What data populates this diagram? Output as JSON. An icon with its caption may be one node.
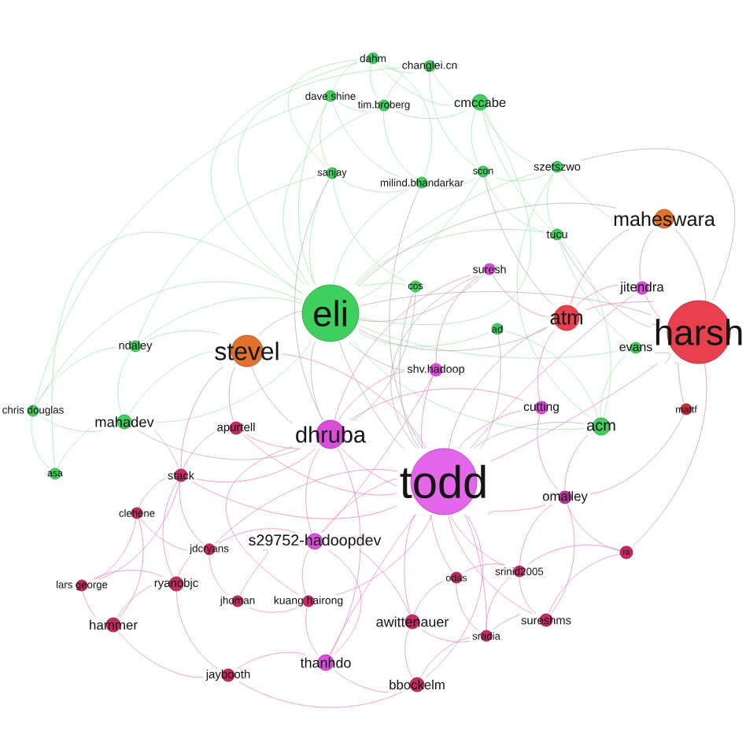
{
  "diagram": {
    "nodes": [
      {
        "text": [
          "dahm"
        ]
      },
      {
        "text": [
          "changlei.cn"
        ]
      },
      {
        "text": [
          "dave shine"
        ]
      },
      {
        "text": [
          "tim.broberg"
        ]
      },
      {
        "text": [
          "cmccabe"
        ]
      },
      {
        "text": [
          "sanjay"
        ]
      },
      {
        "text": [
          "milind.bhandarkar"
        ]
      },
      {
        "text": [
          "scon"
        ]
      },
      {
        "text": [
          "szetszwo"
        ]
      },
      {
        "text": [
          "maheswara"
        ]
      },
      {
        "text": [
          "tucu"
        ]
      },
      {
        "text": [
          "suresh"
        ]
      },
      {
        "text": [
          "jitendra"
        ]
      },
      {
        "text": [
          "cos"
        ]
      },
      {
        "text": [
          "eli"
        ]
      },
      {
        "text": [
          "atm"
        ]
      },
      {
        "text": [
          "ad"
        ]
      },
      {
        "text": [
          "harsh"
        ]
      },
      {
        "text": [
          "evans"
        ]
      },
      {
        "text": [
          "stevel"
        ]
      },
      {
        "text": [
          "ndaley"
        ]
      },
      {
        "text": [
          "shv.hadoop"
        ]
      },
      {
        "text": [
          "cutting"
        ]
      },
      {
        "text": [
          "mattf"
        ]
      },
      {
        "text": [
          "chris douglas"
        ]
      },
      {
        "text": [
          "mahadev"
        ]
      },
      {
        "text": [
          "acm"
        ]
      },
      {
        "text": [
          "apurtell"
        ]
      },
      {
        "text": [
          "dhruba"
        ]
      },
      {
        "text": [
          "asa"
        ]
      },
      {
        "text": [
          "stack"
        ]
      },
      {
        "text": [
          "todd"
        ]
      },
      {
        "text": [
          "omalley"
        ]
      },
      {
        "text": [
          "clehene"
        ]
      },
      {
        "text": [
          "s29752-hadoopdev"
        ]
      },
      {
        "text": [
          "jdcryans"
        ]
      },
      {
        "text": [
          "ra"
        ]
      },
      {
        "text": [
          "srinid2005"
        ]
      },
      {
        "text": [
          "odas"
        ]
      },
      {
        "text": [
          "ryanobjc"
        ]
      },
      {
        "text": [
          "lars george"
        ]
      },
      {
        "text": [
          "jhoman"
        ]
      },
      {
        "text": [
          "kuang hairong"
        ]
      },
      {
        "text": [
          "awittenauer"
        ]
      },
      {
        "text": [
          "hammer"
        ]
      },
      {
        "text": [
          "sureshms"
        ]
      },
      {
        "text": [
          "sradia"
        ]
      },
      {
        "text": [
          "thanhdo"
        ]
      },
      {
        "text": [
          "jaybooth"
        ]
      },
      {
        "text": [
          "bbockelm"
        ]
      }
    ],
    "edges": [
      {
        "from": 0,
        "to": 1,
        "arrow": "none",
        "color": "#a6e9b4"
      },
      {
        "from": 0,
        "to": 2,
        "arrow": "none",
        "color": "#a6e9b4"
      },
      {
        "from": 0,
        "to": 3,
        "arrow": "none",
        "color": "#a6e9b4"
      },
      {
        "from": 0,
        "to": 4,
        "arrow": "none",
        "color": "#a6e9b4"
      },
      {
        "from": 0,
        "to": 5,
        "arrow": "none",
        "color": "#a6e9b4"
      },
      {
        "from": 0,
        "to": 6,
        "arrow": "none",
        "color": "#a6e9b4"
      },
      {
        "from": 0,
        "to": 14,
        "arrow": "none",
        "color": "#a6e9b4"
      },
      {
        "from": 1,
        "to": 4,
        "arrow": "none",
        "color": "#a6e9b4"
      },
      {
        "from": 1,
        "to": 3,
        "arrow": "none",
        "color": "#a6e9b4"
      },
      {
        "from": 1,
        "to": 7,
        "arrow": "none",
        "color": "#a6e9b4"
      },
      {
        "from": 1,
        "to": 14,
        "arrow": "none",
        "color": "#a6e9b4"
      },
      {
        "from": 2,
        "to": 3,
        "arrow": "none",
        "color": "#a6e9b4"
      },
      {
        "from": 2,
        "to": 5,
        "arrow": "none",
        "color": "#a6e9b4"
      },
      {
        "from": 2,
        "to": 14,
        "arrow": "none",
        "color": "#a6e9b4"
      },
      {
        "from": 2,
        "to": 6,
        "arrow": "none",
        "color": "#a6e9b4"
      },
      {
        "from": 3,
        "to": 6,
        "arrow": "none",
        "color": "#a6e9b4"
      },
      {
        "from": 3,
        "to": 4,
        "arrow": "none",
        "color": "#a6e9b4"
      },
      {
        "from": 3,
        "to": 14,
        "arrow": "none",
        "color": "#a6e9b4"
      },
      {
        "from": 4,
        "to": 7,
        "arrow": "none",
        "color": "#a6e9b4"
      },
      {
        "from": 4,
        "to": 8,
        "arrow": "none",
        "color": "#a6e9b4"
      },
      {
        "from": 4,
        "to": 14,
        "arrow": "none",
        "color": "#a6e9b4"
      },
      {
        "from": 4,
        "to": 10,
        "arrow": "none",
        "color": "#a6e9b4"
      },
      {
        "from": 5,
        "to": 6,
        "arrow": "none",
        "color": "#a6e9b4"
      },
      {
        "from": 5,
        "to": 14,
        "arrow": "none",
        "color": "#a6e9b4"
      },
      {
        "from": 5,
        "to": 13,
        "arrow": "none",
        "color": "#a6e9b4"
      },
      {
        "from": 6,
        "to": 7,
        "arrow": "none",
        "color": "#a6e9b4"
      },
      {
        "from": 6,
        "to": 14,
        "arrow": "none",
        "color": "#a6e9b4"
      },
      {
        "from": 7,
        "to": 8,
        "arrow": "none",
        "color": "#a6e9b4"
      },
      {
        "from": 7,
        "to": 14,
        "arrow": "none",
        "color": "#a6e9b4"
      },
      {
        "from": 7,
        "to": 10,
        "arrow": "none",
        "color": "#a6e9b4"
      },
      {
        "from": 8,
        "to": 10,
        "arrow": "none",
        "color": "#a6e9b4"
      },
      {
        "from": 8,
        "to": 14,
        "arrow": "none",
        "color": "#a6e9b4"
      },
      {
        "from": 8,
        "to": 9,
        "arrow": "none",
        "color": "#a6e9b4"
      },
      {
        "from": 10,
        "to": 14,
        "arrow": "none",
        "color": "#a6e9b4"
      },
      {
        "from": 10,
        "to": 18,
        "arrow": "none",
        "color": "#a6e9b4"
      },
      {
        "from": 13,
        "to": 14,
        "arrow": "none",
        "color": "#a6e9b4"
      },
      {
        "from": 14,
        "to": 16,
        "arrow": "none",
        "color": "#a6e9b4"
      },
      {
        "from": 14,
        "to": 18,
        "arrow": "none",
        "color": "#a6e9b4"
      },
      {
        "from": 14,
        "to": 26,
        "arrow": "none",
        "color": "#a6e9b4"
      },
      {
        "from": 14,
        "to": 20,
        "arrow": "none",
        "color": "#a6e9b4"
      },
      {
        "from": 14,
        "to": 24,
        "arrow": "none",
        "color": "#a6e9b4"
      },
      {
        "from": 14,
        "to": 25,
        "arrow": "none",
        "color": "#a6e9b4"
      },
      {
        "from": 14,
        "to": 29,
        "arrow": "none",
        "color": "#a6e9b4"
      },
      {
        "from": 20,
        "to": 25,
        "arrow": "none",
        "color": "#a6e9b4"
      },
      {
        "from": 20,
        "to": 24,
        "arrow": "none",
        "color": "#a6e9b4"
      },
      {
        "from": 24,
        "to": 25,
        "arrow": "none",
        "color": "#a6e9b4"
      },
      {
        "from": 24,
        "to": 29,
        "arrow": "none",
        "color": "#a6e9b4"
      },
      {
        "from": 25,
        "to": 29,
        "arrow": "none",
        "color": "#a6e9b4"
      },
      {
        "from": 19,
        "to": 20,
        "arrow": "none",
        "color": "#a6e9b4"
      },
      {
        "from": 19,
        "to": 25,
        "arrow": "none",
        "color": "#a6e9b4"
      },
      {
        "from": 16,
        "to": 26,
        "arrow": "none",
        "color": "#a6e9b4"
      },
      {
        "from": 18,
        "to": 26,
        "arrow": "none",
        "color": "#a6e9b4"
      },
      {
        "from": 10,
        "to": 26,
        "arrow": "none",
        "color": "#a6e9b4"
      },
      {
        "from": 8,
        "to": 26,
        "arrow": "none",
        "color": "#a6e9b4"
      },
      {
        "from": 2,
        "to": 24,
        "arrow": "none",
        "color": "#a6e9b4"
      },
      {
        "from": 5,
        "to": 20,
        "arrow": "none",
        "color": "#a6e9b4"
      },
      {
        "from": 14,
        "to": 31,
        "arrow": "none",
        "color": "#bdb3b5"
      },
      {
        "from": 14,
        "to": 28,
        "arrow": "none",
        "color": "#bdb3b5"
      },
      {
        "from": 14,
        "to": 19,
        "arrow": "none",
        "color": "#bdb3b5"
      },
      {
        "from": 14,
        "to": 15,
        "arrow": "none",
        "color": "#bdb3b5"
      },
      {
        "from": 14,
        "to": 17,
        "arrow": "none",
        "color": "#bdb3b5"
      },
      {
        "from": 14,
        "to": 21,
        "arrow": "none",
        "color": "#bdb3b5"
      },
      {
        "from": 14,
        "to": 11,
        "arrow": "none",
        "color": "#bdb3b5"
      },
      {
        "from": 11,
        "to": 31,
        "arrow": "none",
        "color": "#bdb3b5"
      },
      {
        "from": 13,
        "to": 31,
        "arrow": "none",
        "color": "#bdb3b5"
      },
      {
        "from": 6,
        "to": 31,
        "arrow": "none",
        "color": "#bdb3b5"
      },
      {
        "from": 7,
        "to": 15,
        "arrow": "none",
        "color": "#bdb3b5"
      },
      {
        "from": 8,
        "to": 17,
        "arrow": "none",
        "color": "#bdb3b5"
      },
      {
        "from": 10,
        "to": 17,
        "arrow": "none",
        "color": "#bdb3b5"
      },
      {
        "from": 9,
        "to": 14,
        "arrow": "none",
        "color": "#bdb3b5"
      },
      {
        "from": 16,
        "to": 31,
        "arrow": "none",
        "color": "#bdb3b5"
      },
      {
        "from": 5,
        "to": 28,
        "arrow": "none",
        "color": "#bdb3b5"
      },
      {
        "from": 13,
        "to": 28,
        "arrow": "none",
        "color": "#bdb3b5"
      },
      {
        "from": 26,
        "to": 31,
        "arrow": "none",
        "color": "#bdb3b5"
      },
      {
        "from": 25,
        "to": 28,
        "arrow": "none",
        "color": "#bdb3b5"
      },
      {
        "from": 30,
        "to": 25,
        "arrow": "none",
        "color": "#bdb3b5"
      },
      {
        "from": 18,
        "to": 17,
        "arrow": "none",
        "color": "#bdb3b5"
      },
      {
        "from": 9,
        "to": 17,
        "arrow": "none"
      },
      {
        "from": 9,
        "to": 15,
        "arrow": "none"
      },
      {
        "from": 9,
        "to": 12,
        "arrow": "none"
      },
      {
        "from": 12,
        "to": 17,
        "arrow": "none"
      },
      {
        "from": 12,
        "to": 15,
        "arrow": "none"
      },
      {
        "from": 15,
        "to": 17,
        "arrow": "none"
      },
      {
        "from": 15,
        "to": 31,
        "arrow": "none"
      },
      {
        "from": 17,
        "to": 31,
        "arrow": "none"
      },
      {
        "from": 17,
        "to": 23,
        "arrow": "none"
      },
      {
        "from": 15,
        "to": 22,
        "arrow": "none"
      },
      {
        "from": 11,
        "to": 15,
        "arrow": "none"
      },
      {
        "from": 11,
        "to": 21,
        "arrow": "none"
      },
      {
        "from": 11,
        "to": 28,
        "arrow": "none"
      },
      {
        "from": 12,
        "to": 31,
        "arrow": "none"
      },
      {
        "from": 19,
        "to": 28,
        "arrow": "none"
      },
      {
        "from": 19,
        "to": 31,
        "arrow": "none"
      },
      {
        "from": 19,
        "to": 27,
        "arrow": "none"
      },
      {
        "from": 19,
        "to": 30,
        "arrow": "none"
      },
      {
        "from": 21,
        "to": 28,
        "arrow": "none"
      },
      {
        "from": 21,
        "to": 31,
        "arrow": "none"
      },
      {
        "from": 21,
        "to": 34,
        "arrow": "none"
      },
      {
        "from": 22,
        "to": 31,
        "arrow": "none"
      },
      {
        "from": 22,
        "to": 32,
        "arrow": "none"
      },
      {
        "from": 22,
        "to": 28,
        "arrow": "none"
      },
      {
        "from": 23,
        "to": 32,
        "arrow": "none"
      },
      {
        "from": 26,
        "to": 32,
        "arrow": "none"
      },
      {
        "from": 27,
        "to": 28,
        "arrow": "none"
      },
      {
        "from": 27,
        "to": 31,
        "arrow": "none"
      },
      {
        "from": 27,
        "to": 30,
        "arrow": "none"
      },
      {
        "from": 28,
        "to": 31,
        "arrow": "none"
      },
      {
        "from": 28,
        "to": 34,
        "arrow": "none"
      },
      {
        "from": 28,
        "to": 30,
        "arrow": "none"
      },
      {
        "from": 28,
        "to": 47,
        "arrow": "none"
      },
      {
        "from": 30,
        "to": 33,
        "arrow": "none"
      },
      {
        "from": 30,
        "to": 35,
        "arrow": "none"
      },
      {
        "from": 30,
        "to": 40,
        "arrow": "none"
      },
      {
        "from": 30,
        "to": 39,
        "arrow": "none"
      },
      {
        "from": 30,
        "to": 31,
        "arrow": "none"
      },
      {
        "from": 31,
        "to": 34,
        "arrow": "none"
      },
      {
        "from": 31,
        "to": 32,
        "arrow": "none"
      },
      {
        "from": 31,
        "to": 37,
        "arrow": "none"
      },
      {
        "from": 31,
        "to": 38,
        "arrow": "none"
      },
      {
        "from": 31,
        "to": 43,
        "arrow": "none"
      },
      {
        "from": 31,
        "to": 45,
        "arrow": "none"
      },
      {
        "from": 31,
        "to": 46,
        "arrow": "none"
      },
      {
        "from": 31,
        "to": 49,
        "arrow": "none"
      },
      {
        "from": 31,
        "to": 47,
        "arrow": "none"
      },
      {
        "from": 31,
        "to": 42,
        "arrow": "none"
      },
      {
        "from": 31,
        "to": 35,
        "arrow": "none"
      },
      {
        "from": 32,
        "to": 37,
        "arrow": "none"
      },
      {
        "from": 32,
        "to": 45,
        "arrow": "none"
      },
      {
        "from": 32,
        "to": 36,
        "arrow": "none"
      },
      {
        "from": 36,
        "to": 37,
        "arrow": "none"
      },
      {
        "from": 36,
        "to": 45,
        "arrow": "none"
      },
      {
        "from": 36,
        "to": 17,
        "arrow": "none"
      },
      {
        "from": 37,
        "to": 38,
        "arrow": "none"
      },
      {
        "from": 37,
        "to": 45,
        "arrow": "none"
      },
      {
        "from": 37,
        "to": 46,
        "arrow": "none"
      },
      {
        "from": 38,
        "to": 46,
        "arrow": "none"
      },
      {
        "from": 38,
        "to": 43,
        "arrow": "none"
      },
      {
        "from": 34,
        "to": 42,
        "arrow": "none"
      },
      {
        "from": 34,
        "to": 41,
        "arrow": "none"
      },
      {
        "from": 34,
        "to": 35,
        "arrow": "none"
      },
      {
        "from": 34,
        "to": 47,
        "arrow": "none"
      },
      {
        "from": 34,
        "to": 43,
        "arrow": "none"
      },
      {
        "from": 35,
        "to": 39,
        "arrow": "none"
      },
      {
        "from": 35,
        "to": 41,
        "arrow": "none"
      },
      {
        "from": 39,
        "to": 40,
        "arrow": "none"
      },
      {
        "from": 39,
        "to": 44,
        "arrow": "none"
      },
      {
        "from": 39,
        "to": 48,
        "arrow": "none"
      },
      {
        "from": 40,
        "to": 44,
        "arrow": "none"
      },
      {
        "from": 40,
        "to": 33,
        "arrow": "none"
      },
      {
        "from": 41,
        "to": 42,
        "arrow": "none"
      },
      {
        "from": 42,
        "to": 47,
        "arrow": "none"
      },
      {
        "from": 43,
        "to": 49,
        "arrow": "none"
      },
      {
        "from": 43,
        "to": 46,
        "arrow": "none"
      },
      {
        "from": 44,
        "to": 48,
        "arrow": "none"
      },
      {
        "from": 44,
        "to": 33,
        "arrow": "none"
      },
      {
        "from": 47,
        "to": 49,
        "arrow": "none"
      },
      {
        "from": 47,
        "to": 48,
        "arrow": "none"
      },
      {
        "from": 45,
        "to": 46,
        "arrow": "none"
      },
      {
        "from": 46,
        "to": 49,
        "arrow": "none"
      },
      {
        "from": 48,
        "to": 49,
        "arrow": "none"
      },
      {
        "from": 33,
        "to": 35,
        "arrow": "none"
      },
      {
        "from": 28,
        "to": 42,
        "arrow": "none"
      }
    ]
  }
}
